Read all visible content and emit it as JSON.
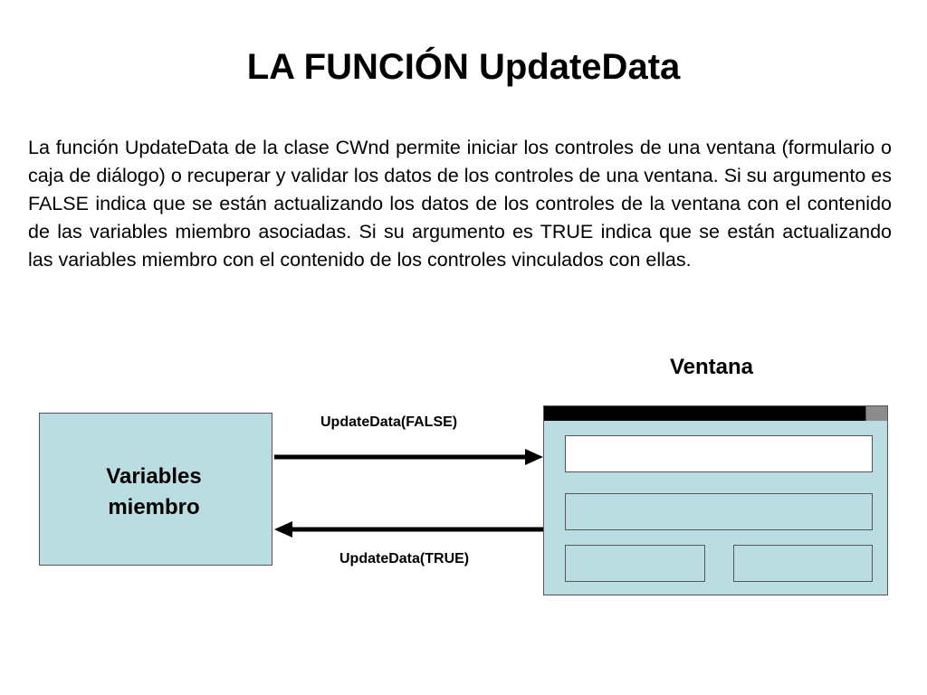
{
  "title": "LA FUNCIÓN UpdateData",
  "body": "La función UpdateData de la clase CWnd permite iniciar los controles de una ventana (formulario o caja de diálogo) o recuperar y validar los datos de los controles de una ventana. Si su argumento es FALSE indica que se están actualizando los datos de los controles de la ventana con el contenido de las variables miembro asociadas. Si su argumento es TRUE indica que se están actualizando las variables miembro con el contenido de los controles vinculados con ellas.",
  "diagram": {
    "window_label": "Ventana",
    "variables_box": {
      "line1": "Variables",
      "line2": "miembro"
    },
    "arrow_to_window_label": "UpdateData(FALSE)",
    "arrow_to_variables_label": "UpdateData(TRUE)",
    "colors": {
      "box_fill": "#b9dde0",
      "field_white": "#ffffff",
      "titlebar": "#000000",
      "titlebar_button": "#8c8c8c",
      "arrow": "#000000"
    }
  }
}
